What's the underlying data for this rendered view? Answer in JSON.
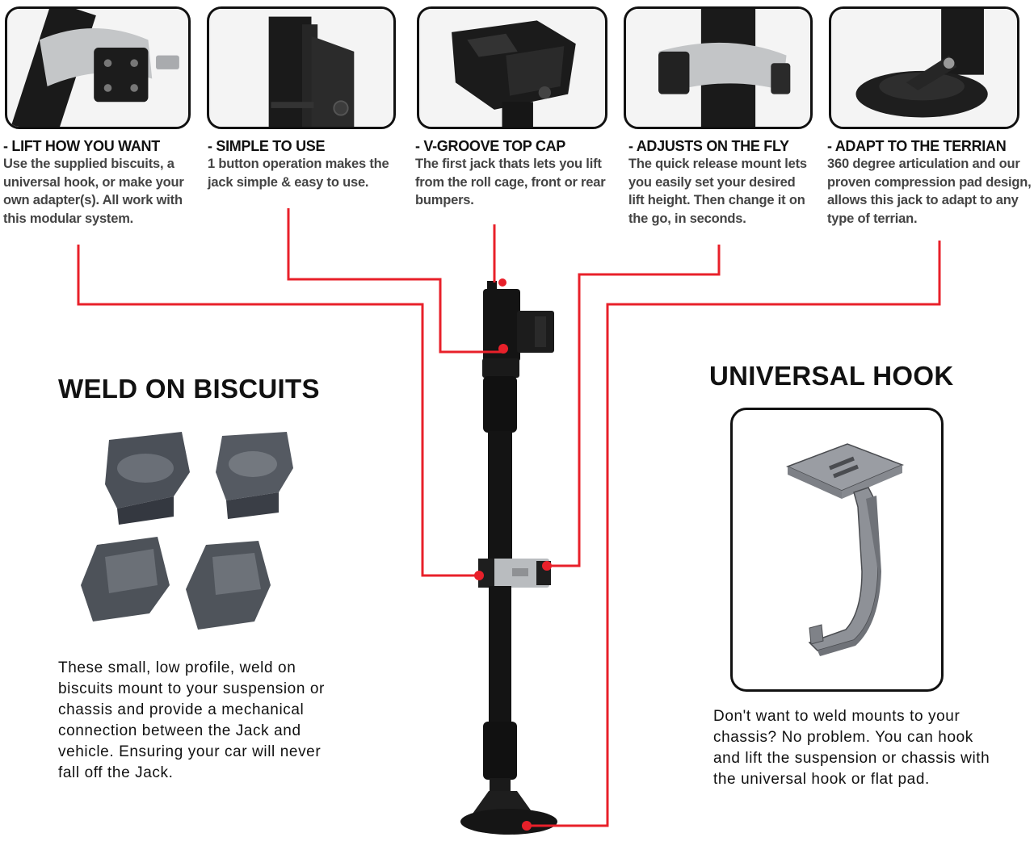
{
  "features": [
    {
      "title": "- LIFT HOW YOU WANT",
      "body": "Use the supplied biscuits, a universal hook, or make your own adapter(s). All work with this modular system."
    },
    {
      "title": "- SIMPLE TO USE",
      "body": "1 button operation makes the jack simple & easy to use."
    },
    {
      "title": "- V-GROOVE TOP CAP",
      "body": "The first jack thats lets you lift from the roll cage, front or rear bumpers."
    },
    {
      "title": "- ADJUSTS ON THE FLY",
      "body": "The quick release mount lets you easily set your desired lift height. Then change it on the go, in seconds."
    },
    {
      "title": "- ADAPT TO THE TERRIAN",
      "body": "360 degree articulation and our proven compression pad design, allows this jack to adapt to any type of terrian."
    }
  ],
  "biscuits": {
    "heading": "WELD ON BISCUITS",
    "text": "These  small, low profile, weld on biscuits mount to your suspension or chassis and provide a mechanical connection between the Jack and vehicle.  Ensuring your car will never fall off the Jack."
  },
  "hook": {
    "heading": "UNIVERSAL HOOK",
    "text": "Don't want to weld mounts to your chassis? No problem. You can hook and lift the suspension or chassis with the universal hook or flat pad."
  },
  "colors": {
    "callout_line": "#e8202a",
    "jack_body": "#141414",
    "clamp": "#b9bcbf",
    "text_muted": "#444444"
  }
}
